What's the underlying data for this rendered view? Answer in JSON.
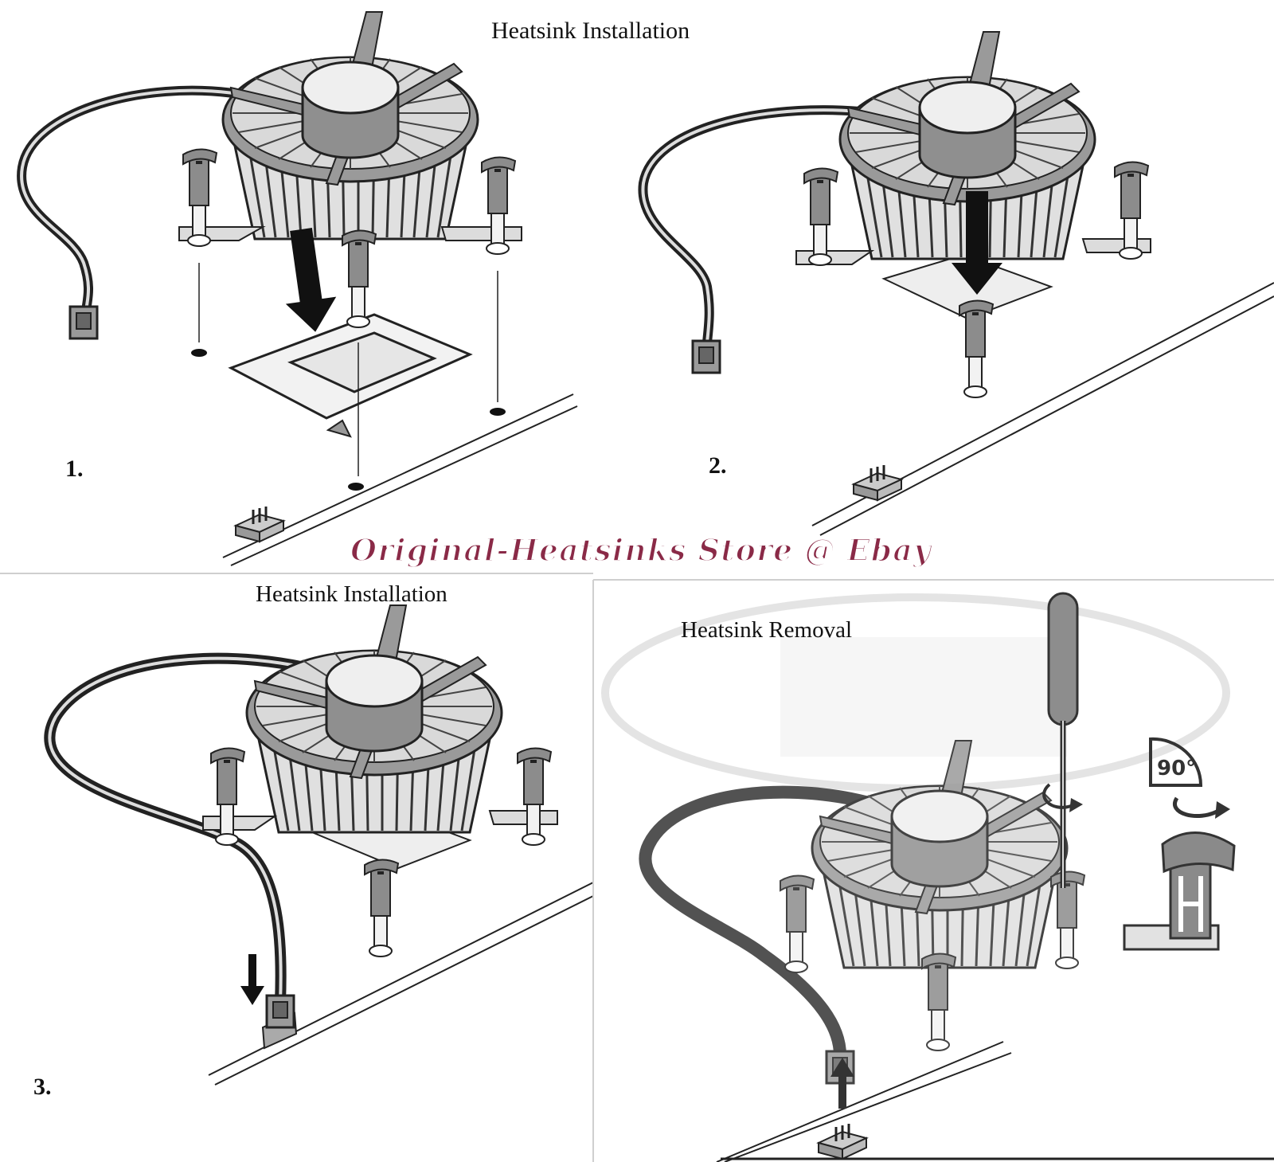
{
  "titles": {
    "panel1": "Heatsink Installation",
    "panel3": "Heatsink Installation",
    "panel4": "Heatsink Removal"
  },
  "steps": {
    "panel1": "1.",
    "panel2": "2.",
    "panel3": "3."
  },
  "angle_label": "90°",
  "watermark": "Original-Heatsinks Store @ Ebay",
  "colors": {
    "line": "#222222",
    "fill_light": "#e6e6e6",
    "fill_mid": "#a9a9a9",
    "fill_dark": "#6b6b6b",
    "watermark": "#8a2a47"
  }
}
